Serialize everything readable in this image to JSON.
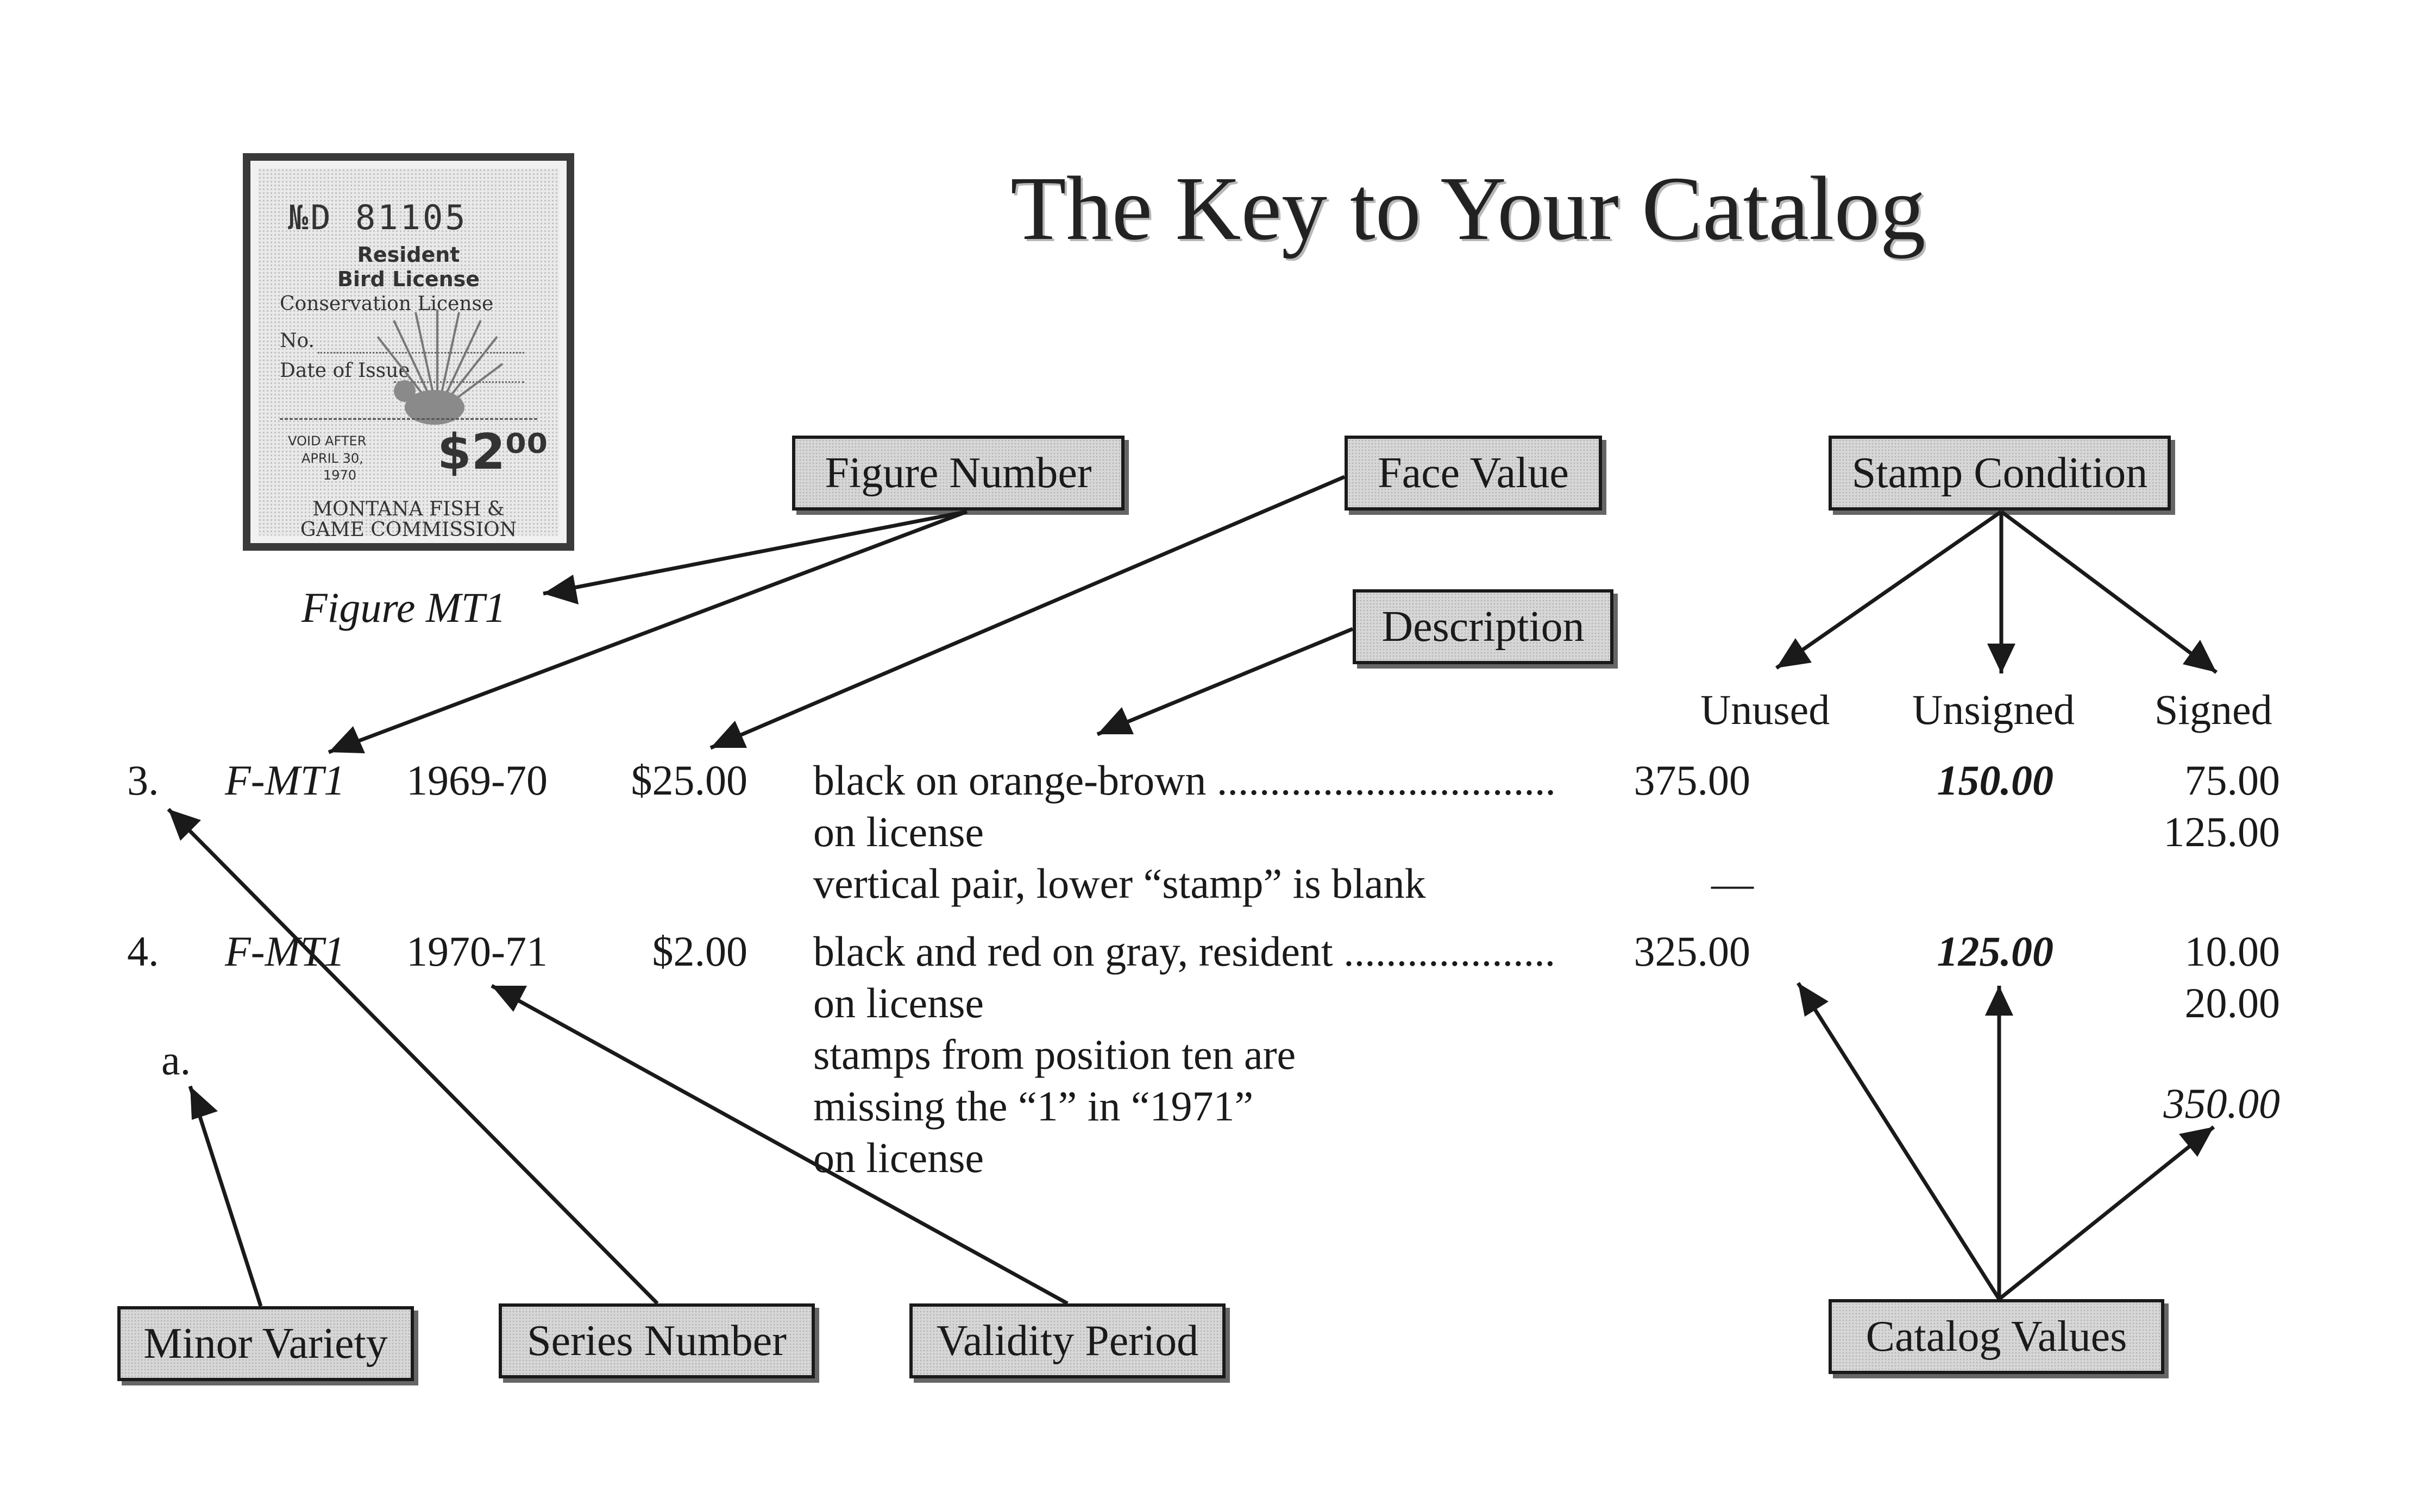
{
  "title": "The Key to Your Catalog",
  "stamp": {
    "serial": "№D 81105",
    "line1": "Resident",
    "line2": "Bird License",
    "line3": "Conservation License",
    "no": "No.",
    "date": "Date of Issue",
    "void": "VOID AFTER",
    "void_date": "APRIL 30,",
    "void_year": "1970",
    "value": "$2⁰⁰",
    "commission1": "MONTANA FISH &",
    "commission2": "GAME COMMISSION"
  },
  "figure_caption": "Figure MT1",
  "labels": {
    "figure_number": "Figure Number",
    "face_value": "Face Value",
    "description": "Description",
    "stamp_condition": "Stamp Condition",
    "minor_variety": "Minor Variety",
    "series_number": "Series Number",
    "validity_period": "Validity Period",
    "catalog_values": "Catalog Values"
  },
  "columns": {
    "unused": "Unused",
    "unsigned": "Unsigned",
    "signed": "Signed"
  },
  "rows": [
    {
      "number": "3.",
      "figure": "F-MT1",
      "period": "1969-70",
      "face": "$25.00",
      "desc": "black on orange-brown ................................",
      "unused": "375.00",
      "unsigned": "150.00",
      "signed": "75.00"
    },
    {
      "desc": "on license",
      "signed": "125.00"
    },
    {
      "desc": "vertical pair, lower “stamp” is blank",
      "unused": "—"
    },
    {
      "number": "4.",
      "figure": "F-MT1",
      "period": "1970-71",
      "face": "$2.00",
      "desc": "black and red on gray, resident ....................",
      "unused": "325.00",
      "unsigned": "125.00",
      "signed": "10.00"
    },
    {
      "desc": "on license",
      "signed": "20.00"
    },
    {
      "number": "a.",
      "desc": "stamps from position ten are"
    },
    {
      "desc": "missing the “1” in “1971”",
      "signed": "350.00"
    },
    {
      "desc": "on license"
    }
  ]
}
